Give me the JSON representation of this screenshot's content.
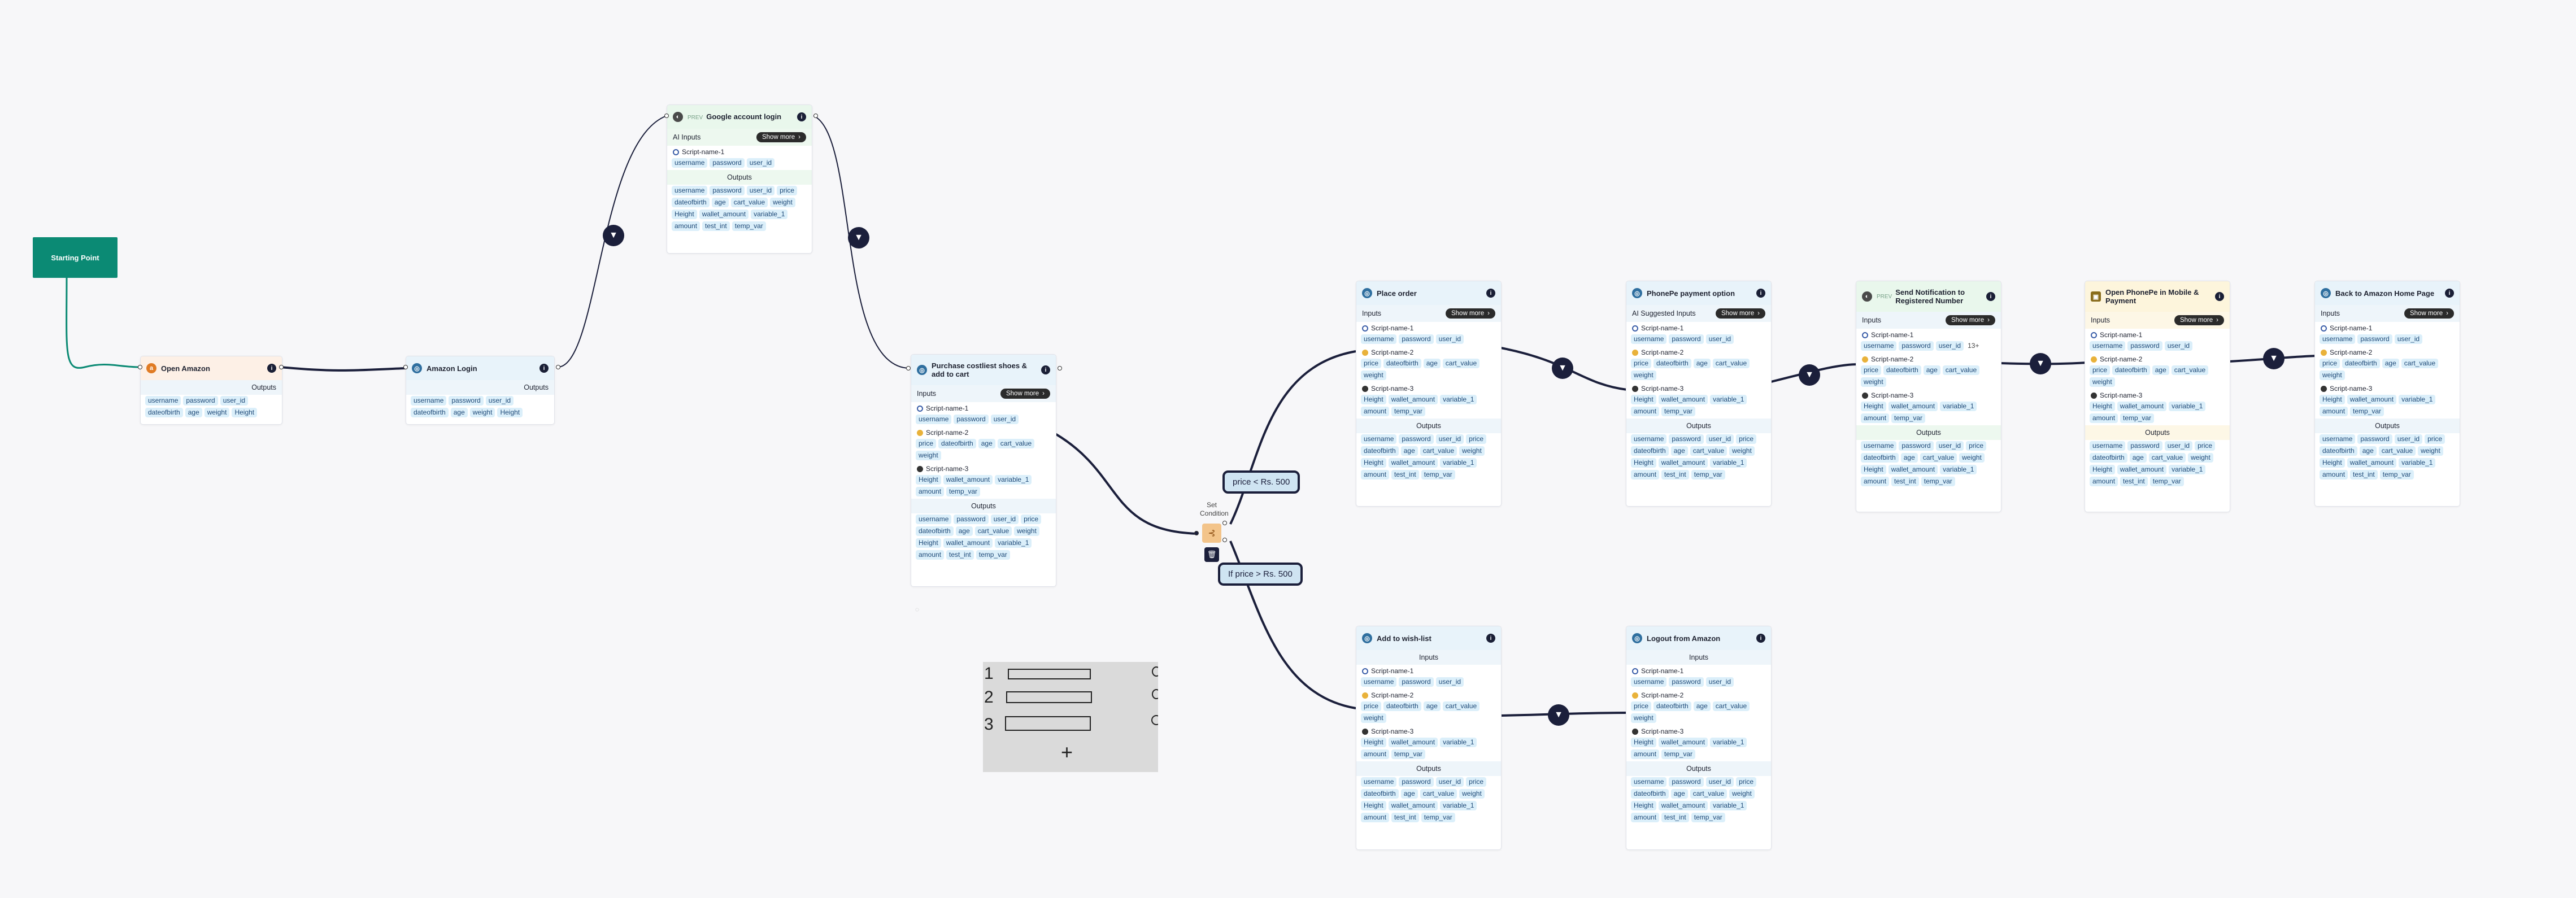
{
  "start_node": {
    "label": "Starting Point"
  },
  "ui": {
    "show_more": "Show more",
    "chevron": "›",
    "inputs": "Inputs",
    "outputs": "Outputs",
    "ai_inputs": "AI Inputs",
    "ai_suggested_inputs": "AI Suggested Inputs",
    "info": "i",
    "set_condition": "Set Condition",
    "filter_glyph": "▼"
  },
  "nodes": {
    "open_amazon": {
      "title": "Open Amazon",
      "outputs": [
        "username",
        "password",
        "user_id",
        "dateofbirth",
        "age",
        "weight",
        "Height"
      ]
    },
    "amazon_login": {
      "title": "Amazon Login",
      "outputs": [
        "username",
        "password",
        "user_id",
        "dateofbirth",
        "age",
        "weight",
        "Height"
      ]
    },
    "google_login": {
      "prefix": "PREV",
      "title": "Google account login",
      "scripts": [
        {
          "name": "Script-name-1",
          "vars": [
            "username",
            "password",
            "user_id"
          ]
        }
      ],
      "outputs": [
        "username",
        "password",
        "user_id",
        "price",
        "dateofbirth",
        "age",
        "cart_value",
        "weight",
        "Height",
        "wallet_amount",
        "variable_1",
        "amount",
        "test_int",
        "temp_var"
      ]
    },
    "purchase": {
      "title": "Purchase costliest shoes & add to cart",
      "scripts": [
        {
          "name": "Script-name-1",
          "vars": [
            "username",
            "password",
            "user_id"
          ]
        },
        {
          "name": "Script-name-2",
          "vars": [
            "price",
            "dateofbirth",
            "age",
            "cart_value",
            "weight"
          ]
        },
        {
          "name": "Script-name-3",
          "vars": [
            "Height",
            "wallet_amount",
            "variable_1",
            "amount",
            "temp_var"
          ]
        }
      ],
      "outputs": [
        "username",
        "password",
        "user_id",
        "price",
        "dateofbirth",
        "age",
        "cart_value",
        "weight",
        "Height",
        "wallet_amount",
        "variable_1",
        "amount",
        "test_int",
        "temp_var"
      ]
    },
    "place_order": {
      "title": "Place order",
      "scripts": [
        {
          "name": "Script-name-1",
          "vars": [
            "username",
            "password",
            "user_id"
          ]
        },
        {
          "name": "Script-name-2",
          "vars": [
            "price",
            "dateofbirth",
            "age",
            "cart_value",
            "weight"
          ]
        },
        {
          "name": "Script-name-3",
          "vars": [
            "Height",
            "wallet_amount",
            "variable_1",
            "amount",
            "temp_var"
          ]
        }
      ],
      "outputs": [
        "username",
        "password",
        "user_id",
        "price",
        "dateofbirth",
        "age",
        "cart_value",
        "weight",
        "Height",
        "wallet_amount",
        "variable_1",
        "amount",
        "test_int",
        "temp_var"
      ]
    },
    "phonepe_option": {
      "title": "PhonePe payment option",
      "scripts": [
        {
          "name": "Script-name-1",
          "vars": [
            "username",
            "password",
            "user_id"
          ]
        },
        {
          "name": "Script-name-2",
          "vars": [
            "price",
            "dateofbirth",
            "age",
            "cart_value",
            "weight"
          ]
        },
        {
          "name": "Script-name-3",
          "vars": [
            "Height",
            "wallet_amount",
            "variable_1",
            "amount",
            "temp_var"
          ]
        }
      ],
      "outputs": [
        "username",
        "password",
        "user_id",
        "price",
        "dateofbirth",
        "age",
        "cart_value",
        "weight",
        "Height",
        "wallet_amount",
        "variable_1",
        "amount",
        "test_int",
        "temp_var"
      ]
    },
    "send_notification": {
      "prefix": "PREV",
      "title": "Send Notification to Registered Number",
      "more": "13+",
      "scripts": [
        {
          "name": "Script-name-1",
          "vars": [
            "username",
            "password",
            "user_id"
          ]
        },
        {
          "name": "Script-name-2",
          "vars": [
            "price",
            "dateofbirth",
            "age",
            "cart_value",
            "weight"
          ]
        },
        {
          "name": "Script-name-3",
          "vars": [
            "Height",
            "wallet_amount",
            "variable_1",
            "amount",
            "temp_var"
          ]
        }
      ],
      "outputs": [
        "username",
        "password",
        "user_id",
        "price",
        "dateofbirth",
        "age",
        "cart_value",
        "weight",
        "Height",
        "wallet_amount",
        "variable_1",
        "amount",
        "test_int",
        "temp_var"
      ]
    },
    "open_phonepe": {
      "title": "Open PhonePe in Mobile & Payment",
      "scripts": [
        {
          "name": "Script-name-1",
          "vars": [
            "username",
            "password",
            "user_id"
          ]
        },
        {
          "name": "Script-name-2",
          "vars": [
            "price",
            "dateofbirth",
            "age",
            "cart_value",
            "weight"
          ]
        },
        {
          "name": "Script-name-3",
          "vars": [
            "Height",
            "wallet_amount",
            "variable_1",
            "amount",
            "temp_var"
          ]
        }
      ],
      "outputs": [
        "username",
        "password",
        "user_id",
        "price",
        "dateofbirth",
        "age",
        "cart_value",
        "weight",
        "Height",
        "wallet_amount",
        "variable_1",
        "amount",
        "test_int",
        "temp_var"
      ]
    },
    "back_home": {
      "title": "Back to Amazon Home Page",
      "scripts": [
        {
          "name": "Script-name-1",
          "vars": [
            "username",
            "password",
            "user_id"
          ]
        },
        {
          "name": "Script-name-2",
          "vars": [
            "price",
            "dateofbirth",
            "age",
            "cart_value",
            "weight"
          ]
        },
        {
          "name": "Script-name-3",
          "vars": [
            "Height",
            "wallet_amount",
            "variable_1",
            "amount",
            "temp_var"
          ]
        }
      ],
      "outputs": [
        "username",
        "password",
        "user_id",
        "price",
        "dateofbirth",
        "age",
        "cart_value",
        "weight",
        "Height",
        "wallet_amount",
        "variable_1",
        "amount",
        "test_int",
        "temp_var"
      ]
    },
    "wishlist": {
      "title": "Add to wish-list",
      "scripts": [
        {
          "name": "Script-name-1",
          "vars": [
            "username",
            "password",
            "user_id"
          ]
        },
        {
          "name": "Script-name-2",
          "vars": [
            "price",
            "dateofbirth",
            "age",
            "cart_value",
            "weight"
          ]
        },
        {
          "name": "Script-name-3",
          "vars": [
            "Height",
            "wallet_amount",
            "variable_1",
            "amount",
            "temp_var"
          ]
        }
      ],
      "outputs": [
        "username",
        "password",
        "user_id",
        "price",
        "dateofbirth",
        "age",
        "cart_value",
        "weight",
        "Height",
        "wallet_amount",
        "variable_1",
        "amount",
        "test_int",
        "temp_var"
      ]
    },
    "logout": {
      "title": "Logout from Amazon",
      "scripts": [
        {
          "name": "Script-name-1",
          "vars": [
            "username",
            "password",
            "user_id"
          ]
        },
        {
          "name": "Script-name-2",
          "vars": [
            "price",
            "dateofbirth",
            "age",
            "cart_value",
            "weight"
          ]
        },
        {
          "name": "Script-name-3",
          "vars": [
            "Height",
            "wallet_amount",
            "variable_1",
            "amount",
            "temp_var"
          ]
        }
      ],
      "outputs": [
        "username",
        "password",
        "user_id",
        "price",
        "dateofbirth",
        "age",
        "cart_value",
        "weight",
        "Height",
        "wallet_amount",
        "variable_1",
        "amount",
        "test_int",
        "temp_var"
      ]
    }
  },
  "conditions": {
    "upper": "price < Rs. 500",
    "lower": "If price > Rs. 500"
  },
  "sketch": {
    "numbers": [
      "1",
      "2",
      "3"
    ],
    "plus": "+"
  }
}
